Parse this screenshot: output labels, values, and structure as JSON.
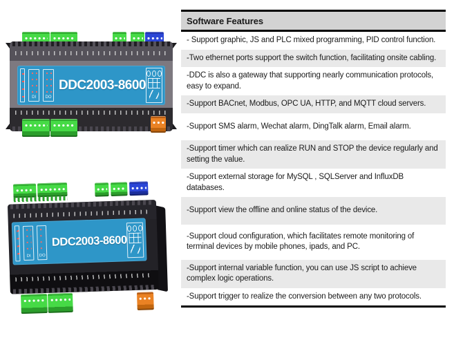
{
  "products": {
    "gray_device": {
      "model": "DDC2003-8600",
      "di_label": "DI",
      "do_label": "DO"
    },
    "black_device": {
      "model": "DDC2003-8600",
      "di_label": "DI",
      "do_label": "DO"
    }
  },
  "features": {
    "header": "Software Features",
    "rows": [
      "- Support graphic, JS and PLC mixed programming, PID control function.",
      "-Two ethernet ports support the switch function, facilitating onsite cabling.",
      "-DDC is also a gateway that supporting nearly communication protocols, easy to expand.",
      "-Support BACnet, Modbus, OPC UA, HTTP, and MQTT cloud servers.",
      "-Support SMS alarm, Wechat alarm, DingTalk alarm, Email alarm.",
      "-Support timer which can realize RUN and STOP the device regularly and setting the value.",
      "-Support external storage for MySQL , SQLServer and InfluxDB databases.",
      "-Support view the offline and online status of the device.",
      "-Support cloud configuration, which facilitates remote monitoring of terminal devices by mobile phones, ipads, and PC.",
      "-Support internal variable function, you can use JS script to achieve complex logic operations.",
      "-Support trigger to realize the conversion between any two protocols."
    ]
  },
  "colors": {
    "header_bg": "#d3d3d3",
    "row_alt_bg": "#e9e9e9",
    "table_border": "#000000",
    "panel_blue": "#2e96c8",
    "terminal_green": "#46da46",
    "terminal_blue": "#2b46d6",
    "terminal_orange": "#ea8224",
    "device_gray_body": "#7d7980",
    "device_black_body": "#232227"
  }
}
